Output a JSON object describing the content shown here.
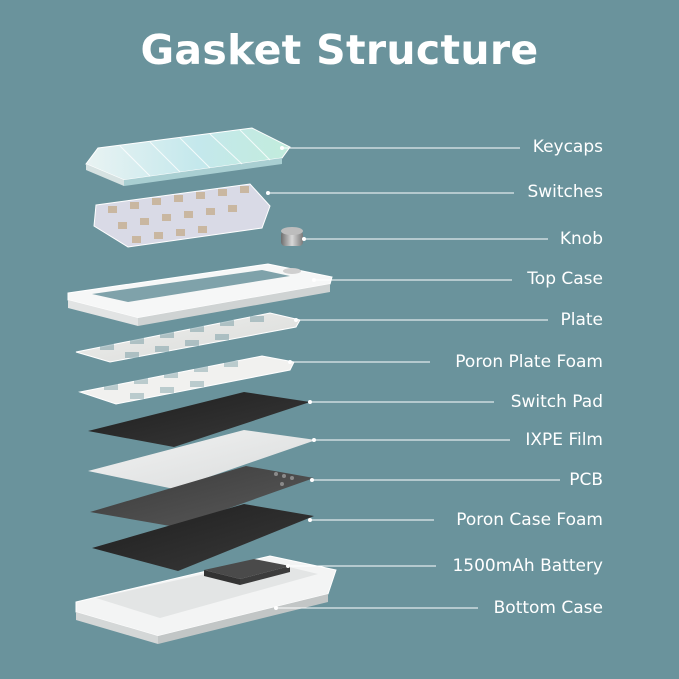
{
  "title": "Gasket Structure",
  "layers": [
    {
      "label": "Keycaps"
    },
    {
      "label": "Switches"
    },
    {
      "label": "Knob"
    },
    {
      "label": "Top Case"
    },
    {
      "label": "Plate"
    },
    {
      "label": "Poron Plate Foam"
    },
    {
      "label": "Switch Pad"
    },
    {
      "label": "IXPE Film"
    },
    {
      "label": "PCB"
    },
    {
      "label": "Poron Case Foam"
    },
    {
      "label": "1500mAh Battery"
    },
    {
      "label": "Bottom Case"
    }
  ],
  "colors": {
    "background": "#6a939c",
    "keycap_white": "#f4f6f6",
    "keycap_mint": "#bfe8dc",
    "keycap_blue": "#bfe4ec",
    "dark_layer": "#2c2c2c",
    "pcb": "#474747",
    "light_layer": "#e6e8e8"
  }
}
